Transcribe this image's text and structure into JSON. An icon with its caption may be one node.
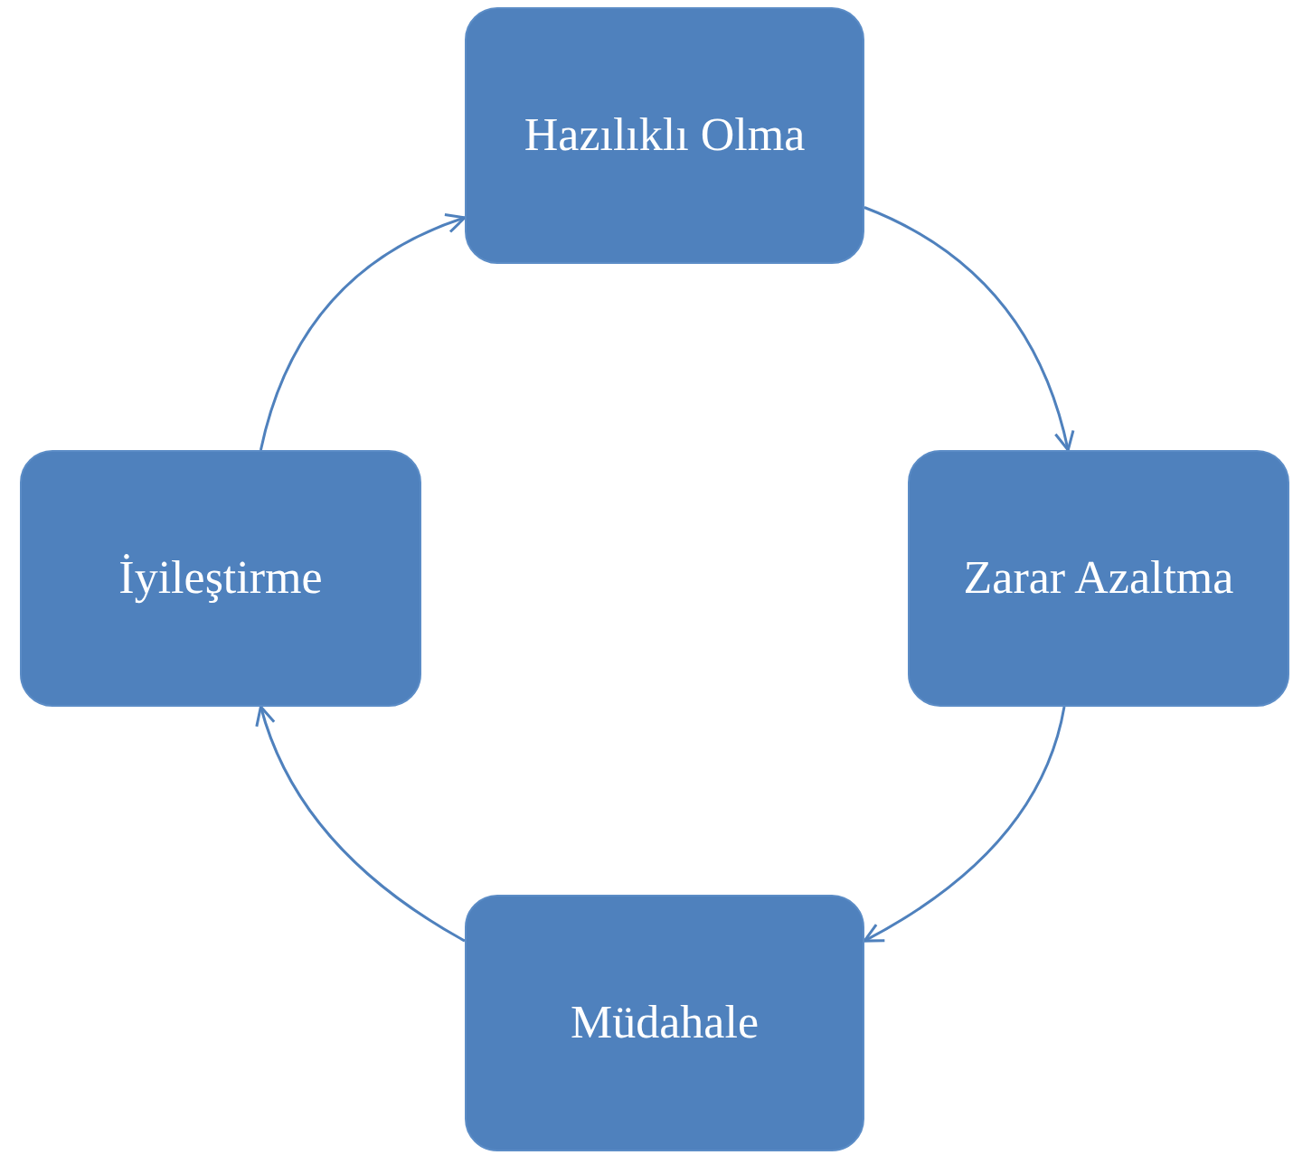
{
  "diagram": {
    "nodes": [
      {
        "text": [
          "Hazılıklı Olma"
        ]
      },
      {
        "text": [
          "Zarar Azaltma"
        ]
      },
      {
        "text": [
          "Müdahale"
        ]
      },
      {
        "text": [
          "İyileştirme"
        ]
      }
    ],
    "edges": [
      {
        "from": 0,
        "to": 1,
        "arrow": "to"
      },
      {
        "from": 1,
        "to": 2,
        "arrow": "to"
      },
      {
        "from": 2,
        "to": 3,
        "arrow": "to"
      },
      {
        "from": 3,
        "to": 0,
        "arrow": "to"
      }
    ]
  }
}
